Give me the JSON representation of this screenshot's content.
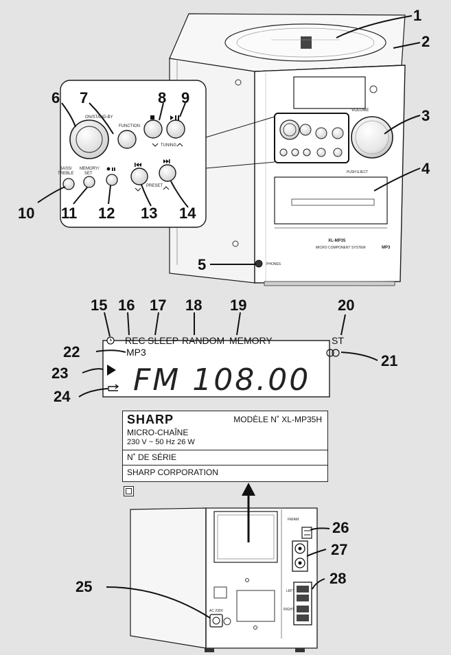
{
  "callouts": [
    "1",
    "2",
    "3",
    "4",
    "5",
    "6",
    "7",
    "8",
    "9",
    "10",
    "11",
    "12",
    "13",
    "14",
    "15",
    "16",
    "17",
    "18",
    "19",
    "20",
    "21",
    "22",
    "23",
    "24",
    "25",
    "26",
    "27",
    "28"
  ],
  "unit_labels": {
    "model": "XL-MP35",
    "system": "MICRO COMPONENT SYSTEM",
    "mp3_badge": "MP3",
    "volume": "VOLUME",
    "push_eject": "PUSH EJECT",
    "phones": "PHONES"
  },
  "panel_labels": {
    "on_standby": "ON/STAND-BY",
    "function": "FUNCTION",
    "tuning": "TUNING",
    "bass_treble": "BASS/\nTREBLE",
    "bass": "BASS/",
    "treble": "TREBLE",
    "memory": "MEMORY/",
    "set": "SET",
    "preset": "PRESET"
  },
  "display": {
    "indicators": [
      "REC",
      "SLEEP",
      "RANDOM",
      "MEMORY"
    ],
    "stereo": "ST",
    "mp3": "MP3",
    "main_text": "FM   108.00"
  },
  "rating_plate": {
    "brand": "SHARP",
    "model": "MODÈLE N˚ XL-MP35H",
    "product": "MICRO-CHAÎNE",
    "power": "230 V ~ 50 Hz  26 W",
    "serial": "N˚ DE SÉRIE",
    "maker": "SHARP CORPORATION"
  },
  "rear_labels": {
    "fm_am": "FM/AM",
    "left": "LEFT",
    "right": "RIGHT",
    "ac": "AC 230V"
  },
  "colors": {
    "background": "#e4e4e4",
    "unit_face": "#ffffff",
    "line": "#1a1a1a",
    "button": "#d9d9d9"
  }
}
